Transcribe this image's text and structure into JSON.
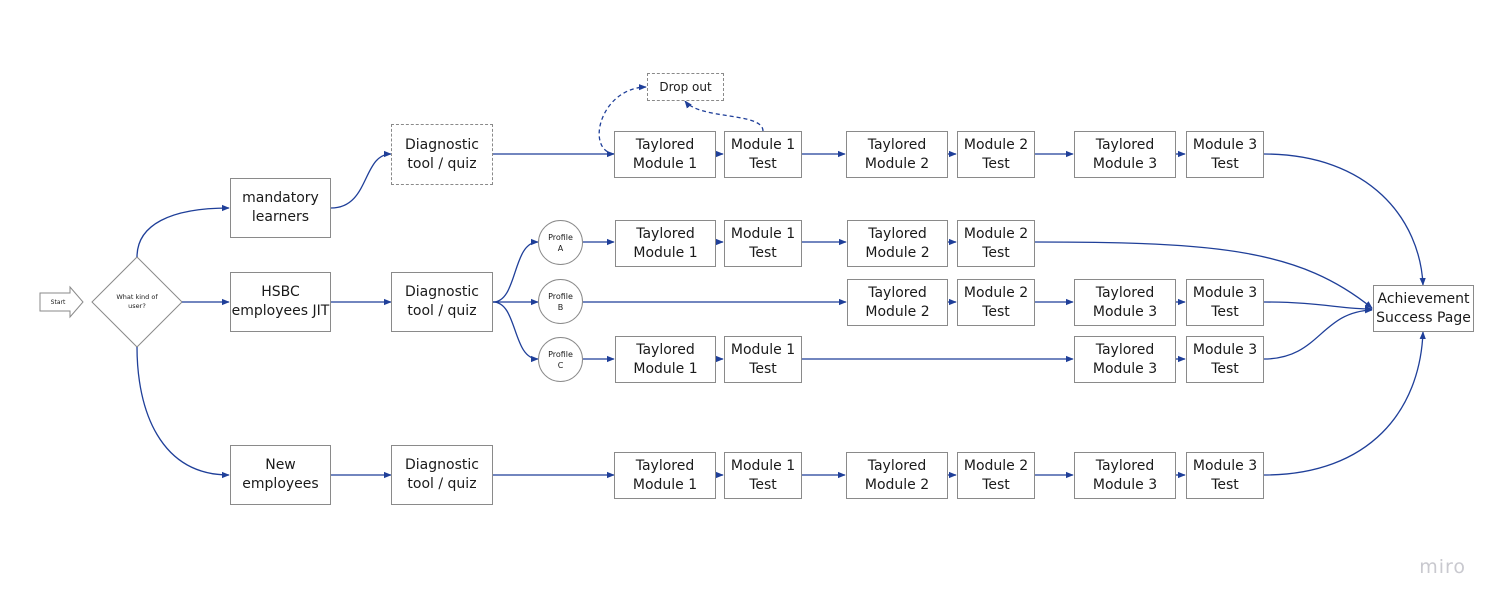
{
  "start": "Start",
  "decision": "What kind of\nuser?",
  "dropout": "Drop out",
  "watermark": "miro",
  "colors": {
    "connector": "#1f3f99",
    "border": "#8a8a8a"
  },
  "users": {
    "mandatory": "mandatory\nlearners",
    "hsbc": "HSBC\nemployees JIT",
    "new": "New\nemployees"
  },
  "diagnostic": "Diagnostic\ntool / quiz",
  "profiles": {
    "a": "Profile\nA",
    "b": "Profile\nB",
    "c": "Profile\nC"
  },
  "modules": {
    "tm1": "Taylored\nModule 1",
    "tm2": "Taylored\nModule 2",
    "tm3": "Taylored\nModule 3",
    "t1": "Module 1\nTest",
    "t2": "Module 2\nTest",
    "t3": "Module 3\nTest"
  },
  "achievement": "Achievement\nSuccess Page"
}
